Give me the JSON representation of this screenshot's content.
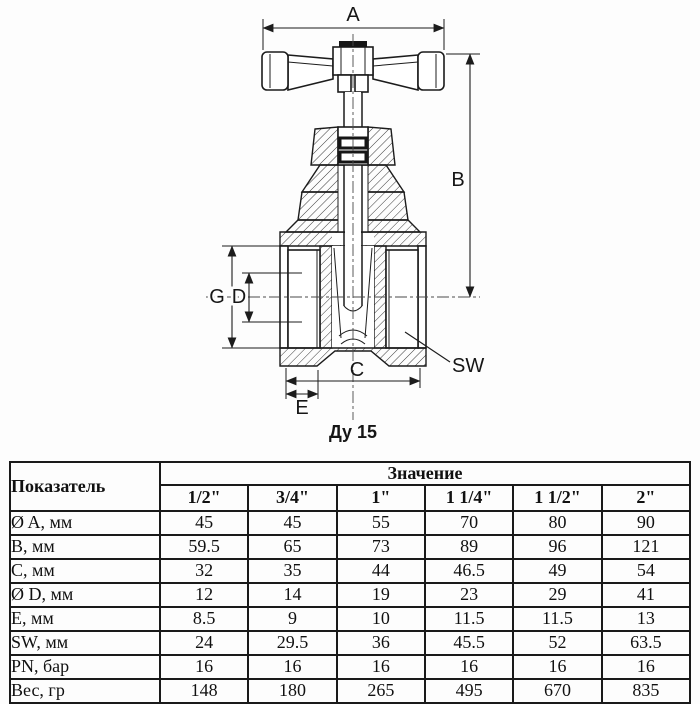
{
  "page": {
    "background": "#fdfdfd",
    "line_color": "#1c1c1c"
  },
  "drawing": {
    "caption": "Ду 15",
    "labels": {
      "A": "A",
      "B": "B",
      "C": "C",
      "D": "D",
      "E": "E",
      "G": "G",
      "SW": "SW"
    }
  },
  "table": {
    "indicator_header": "Показатель",
    "value_header": "Значение",
    "sizes": [
      "1/2\"",
      "3/4\"",
      "1\"",
      "1 1/4\"",
      "1 1/2\"",
      "2\""
    ],
    "rows": [
      {
        "label": "Ø A, мм",
        "values": [
          "45",
          "45",
          "55",
          "70",
          "80",
          "90"
        ]
      },
      {
        "label": "B, мм",
        "values": [
          "59.5",
          "65",
          "73",
          "89",
          "96",
          "121"
        ]
      },
      {
        "label": "C, мм",
        "values": [
          "32",
          "35",
          "44",
          "46.5",
          "49",
          "54"
        ]
      },
      {
        "label": "Ø D, мм",
        "values": [
          "12",
          "14",
          "19",
          "23",
          "29",
          "41"
        ]
      },
      {
        "label": "E, мм",
        "values": [
          "8.5",
          "9",
          "10",
          "11.5",
          "11.5",
          "13"
        ]
      },
      {
        "label": "SW, мм",
        "values": [
          "24",
          "29.5",
          "36",
          "45.5",
          "52",
          "63.5"
        ]
      },
      {
        "label": "PN, бар",
        "values": [
          "16",
          "16",
          "16",
          "16",
          "16",
          "16"
        ]
      },
      {
        "label": "Вес, гр",
        "values": [
          "148",
          "180",
          "265",
          "495",
          "670",
          "835"
        ]
      }
    ]
  }
}
